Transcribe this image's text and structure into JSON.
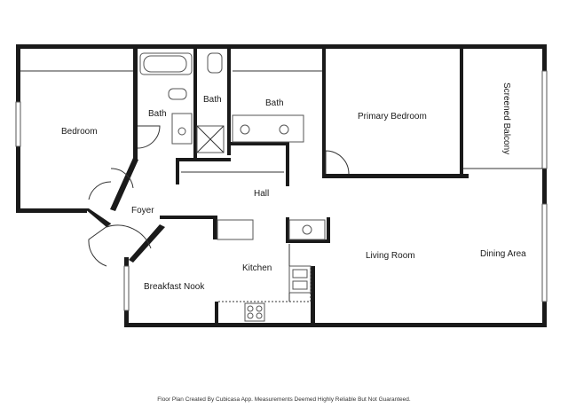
{
  "rooms": {
    "bedroom": "Bedroom",
    "bath_left": "Bath",
    "bath_small": "Bath",
    "bath_right": "Bath",
    "primary_bedroom": "Primary Bedroom",
    "screened_balcony": "Screened Balcony",
    "foyer": "Foyer",
    "hall": "Hall",
    "kitchen": "Kitchen",
    "living_room": "Living Room",
    "dining_area": "Dining Area",
    "breakfast_nook": "Breakfast Nook"
  },
  "footer": "Floor Plan Created By Cubicasa App. Measurements Deemed Highly Reliable But Not Guaranteed.",
  "colors": {
    "wall": "#1a1a1a",
    "background": "#ffffff"
  }
}
